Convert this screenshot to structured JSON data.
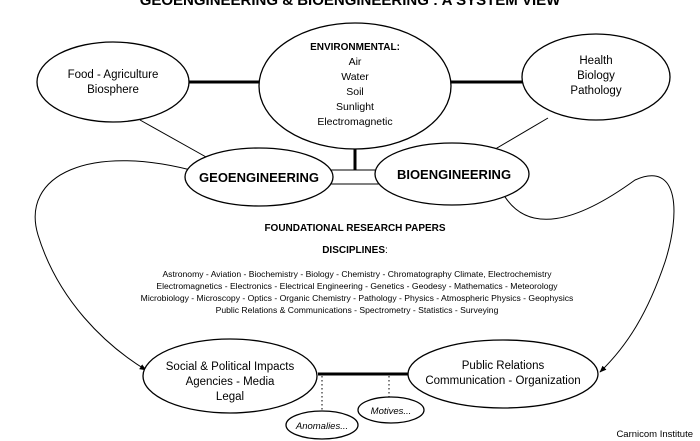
{
  "title": "GEOENGINEERING & BIOENGINEERING : A SYSTEM VIEW",
  "environmental": {
    "heading": "ENVIRONMENTAL:",
    "items": [
      "Air",
      "Water",
      "Soil",
      "Sunlight",
      "Electromagnetic"
    ]
  },
  "food": {
    "lines": [
      "Food - Agriculture",
      "Biosphere"
    ]
  },
  "health": {
    "lines": [
      "Health",
      "Biology",
      "Pathology"
    ]
  },
  "geoengineering": "GEOENGINEERING",
  "bioengineering": "BIOENGINEERING",
  "foundational": "FOUNDATIONAL RESEARCH PAPERS",
  "disciplines": {
    "heading": "DISCIPLINES",
    "colon": ":",
    "lines": [
      "Astronomy - Aviation - Biochemistry - Biology - Chemistry - Chromatography Climate, Electrochemistry",
      "Electromagnetics - Electronics - Electrical Engineering - Genetics - Geodesy - Mathematics - Meteorology",
      "Microbiology - Microscopy - Optics - Organic Chemistry - Pathology - Physics - Atmospheric Physics - Geophysics",
      "Public Relations & Communications - Spectrometry - Statistics - Surveying"
    ]
  },
  "social": {
    "lines": [
      "Social & Political Impacts",
      "Agencies - Media",
      "Legal"
    ]
  },
  "public_relations": {
    "lines": [
      "Public Relations",
      "Communication - Organization"
    ]
  },
  "anomalies": "Anomalies...",
  "motives": "Motives...",
  "credit": "Carnicom Institute"
}
